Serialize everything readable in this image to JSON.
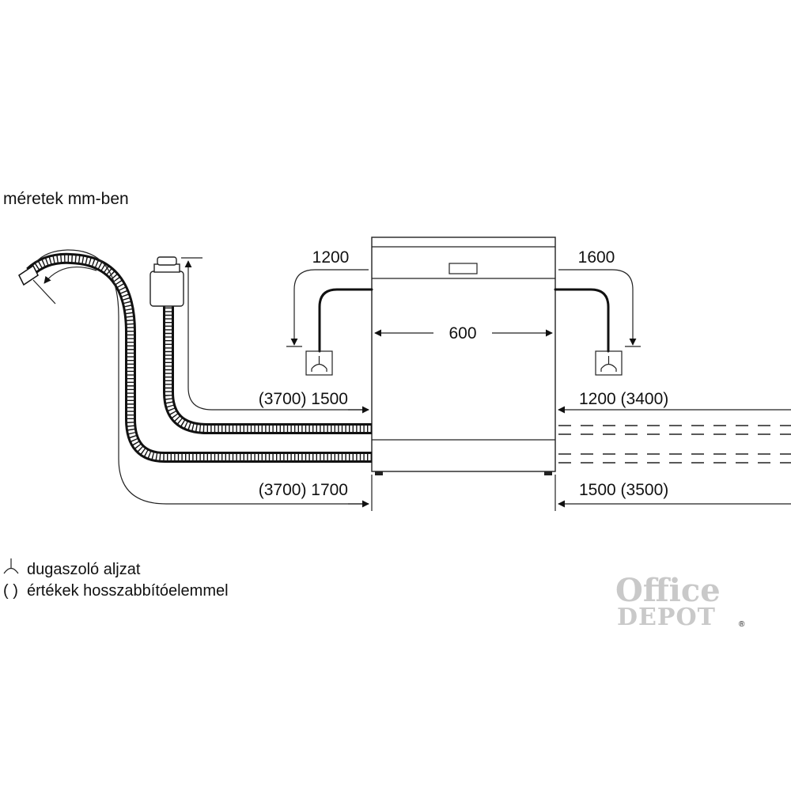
{
  "units_note": "méretek mm-ben",
  "dimensions": {
    "width": "600",
    "left_cable": "1200",
    "right_cable": "1600",
    "left_inlet_hose": "(3700) 1500",
    "left_drain_hose": "(3700) 1700",
    "right_inlet_hose": "1200 (3400)",
    "right_drain_hose": "1500 (3500)"
  },
  "legend": {
    "socket_icon": "socket-icon",
    "socket_label": "dugaszoló aljzat",
    "bracket_symbol": "( )",
    "bracket_label": "értékek hosszabbítóelemmel"
  },
  "watermark": {
    "line1": "Office",
    "line2": "DEPOT",
    "mark": "®",
    "color": "#c9c9c9"
  }
}
